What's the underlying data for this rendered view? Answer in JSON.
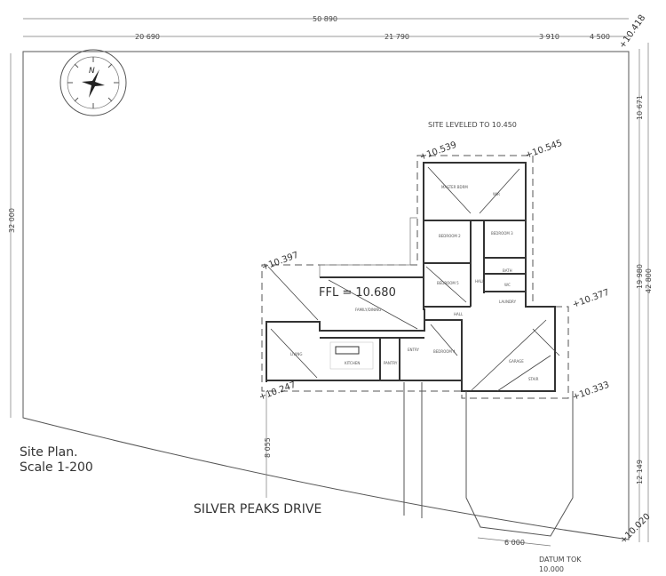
{
  "dimensions": {
    "overall_width": "50 890",
    "segments": [
      "20 690",
      "21 790",
      "3 910",
      "4 500"
    ],
    "left_depth": "32 000",
    "right_segments": [
      "10 671",
      "19 980",
      "12 149"
    ],
    "right_overall": "42 800",
    "setback": "8 055",
    "driveway_width": "6 000"
  },
  "levels": {
    "top_right": "+10.418",
    "master_left": "+10.539",
    "master_right": "+10.545",
    "family_corner": "+10.397",
    "living_corner": "+10.247",
    "garage_top": "+10.377",
    "garage_bottom": "+10.333",
    "bottom_right": "+10.020"
  },
  "notes": {
    "site_level": "SITE LEVELED TO 10.450",
    "ffl": "FFL = 10.680",
    "datum_line1": "DATUM TOK",
    "datum_line2": "10.000"
  },
  "title": {
    "line1": "Site Plan.",
    "line2": "Scale 1-200"
  },
  "street": "SILVER PEAKS DRIVE",
  "compass": {
    "north": "N"
  },
  "rooms": {
    "master": "MASTER BDRM",
    "wir": "WIR",
    "bed2": "BEDROOM 2",
    "bed3": "BEDROOM 3",
    "bath": "BATH",
    "wc": "WC",
    "laundry": "LAUNDRY",
    "hall1": "HALL",
    "hall2": "HALL",
    "bed5": "BEDROOM 5",
    "family": "FAMILY/DINING",
    "living": "LIVING",
    "kitchen": "KITCHEN",
    "pantry": "PANTRY",
    "entry": "ENTRY",
    "bed4": "BEDROOM 4",
    "garage": "GARAGE",
    "stair": "STAIR"
  }
}
